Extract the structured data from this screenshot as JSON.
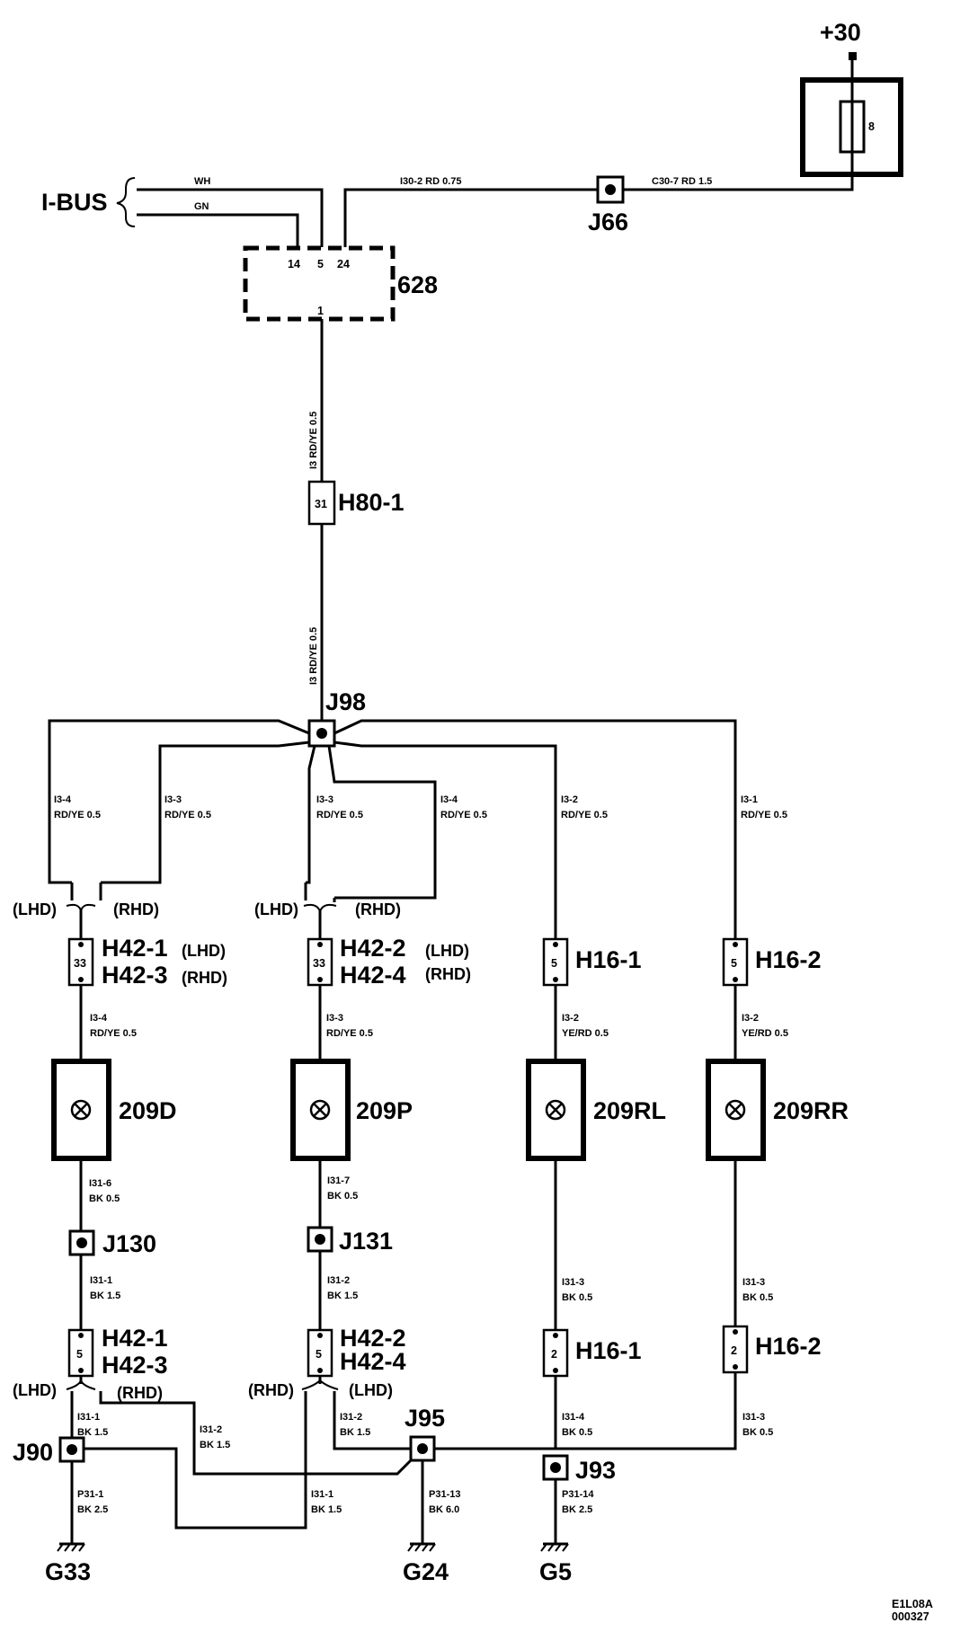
{
  "supply": {
    "label": "+30",
    "fuse_number": "8"
  },
  "ibus": {
    "label": "I-BUS",
    "wire_wh": "WH",
    "wire_gn": "GN"
  },
  "module": {
    "id": "628",
    "pin_14": "14",
    "pin_5": "5",
    "pin_24": "24",
    "pin_1": "1"
  },
  "wires": {
    "i30_2": "I30-2   RD   0.75",
    "c30_7": "C30-7   RD   1.5",
    "i3_seg1": "I3   RD/YE   0.5",
    "i3_seg2": "I3   RD/YE   0.5",
    "b1": [
      "I3-4",
      "RD/YE   0.5"
    ],
    "b2": [
      "I3-3",
      "RD/YE   0.5"
    ],
    "b3": [
      "I3-3",
      "RD/YE   0.5"
    ],
    "b4": [
      "I3-4",
      "RD/YE   0.5"
    ],
    "b5": [
      "I3-2",
      "RD/YE   0.5"
    ],
    "b6": [
      "I3-1",
      "RD/YE   0.5"
    ],
    "l1_top": [
      "I3-4",
      "RD/YE   0.5"
    ],
    "l2_top": [
      "I3-3",
      "RD/YE   0.5"
    ],
    "l3_top": [
      "I3-2",
      "YE/RD   0.5"
    ],
    "l4_top": [
      "I3-2",
      "YE/RD   0.5"
    ],
    "l1_bk": [
      "I31-6",
      "BK   0.5"
    ],
    "l2_bk": [
      "I31-7",
      "BK   0.5"
    ],
    "l1_j": [
      "I31-1",
      "BK   1.5"
    ],
    "l2_j": [
      "I31-2",
      "BK   1.5"
    ],
    "l3_bk": [
      "I31-3",
      "BK   0.5"
    ],
    "l4_bk": [
      "I31-3",
      "BK   0.5"
    ],
    "g1a": [
      "I31-1",
      "BK   1.5"
    ],
    "g1b": [
      "I31-2",
      "BK   1.5"
    ],
    "g2a": [
      "I31-2",
      "BK   1.5"
    ],
    "g2b": [
      "I31-1",
      "BK   1.5"
    ],
    "l3_bot": [
      "I31-4",
      "BK   0.5"
    ],
    "l4_bot": [
      "I31-3",
      "BK   0.5"
    ],
    "p31_1": [
      "P31-1",
      "BK   2.5"
    ],
    "p31_13": [
      "P31-13",
      "BK   6.0"
    ],
    "p31_14": [
      "P31-14",
      "BK   2.5"
    ]
  },
  "junctions": {
    "j66": "J66",
    "j98": "J98",
    "j130": "J130",
    "j131": "J131",
    "j90": "J90",
    "j95": "J95",
    "j93": "J93"
  },
  "connectors": {
    "h80_1": {
      "id": "H80-1",
      "pin": "31"
    },
    "h42_1": {
      "id": "H42-1",
      "alt": "H42-3",
      "pin": "33",
      "tag1": "(LHD)",
      "tag2": "(RHD)"
    },
    "h42_2": {
      "id": "H42-2",
      "alt": "H42-4",
      "pin": "33",
      "tag1": "(LHD)",
      "tag2": "(RHD)"
    },
    "h16_1": {
      "id": "H16-1",
      "pin": "5"
    },
    "h16_2": {
      "id": "H16-2",
      "pin": "5"
    },
    "h42_1b": {
      "id": "H42-1",
      "alt": "H42-3",
      "pin": "5"
    },
    "h42_2b": {
      "id": "H42-2",
      "alt": "H42-4",
      "pin": "5"
    },
    "h16_1b": {
      "id": "H16-1",
      "pin": "2"
    },
    "h16_2b": {
      "id": "H16-2",
      "pin": "2"
    }
  },
  "variants": {
    "s1_lhd": "(LHD)",
    "s1_rhd": "(RHD)",
    "s2_lhd": "(LHD)",
    "s2_rhd": "(RHD)",
    "s3_lhd": "(LHD)",
    "s3_rhd": "(RHD)",
    "s4_rhd": "(RHD)",
    "s4_lhd": "(LHD)"
  },
  "lamps": {
    "l1": "209D",
    "l2": "209P",
    "l3": "209RL",
    "l4": "209RR"
  },
  "grounds": {
    "g33": "G33",
    "g24": "G24",
    "g5": "G5"
  },
  "footer": {
    "code": "E1L08A",
    "date": "000327"
  }
}
